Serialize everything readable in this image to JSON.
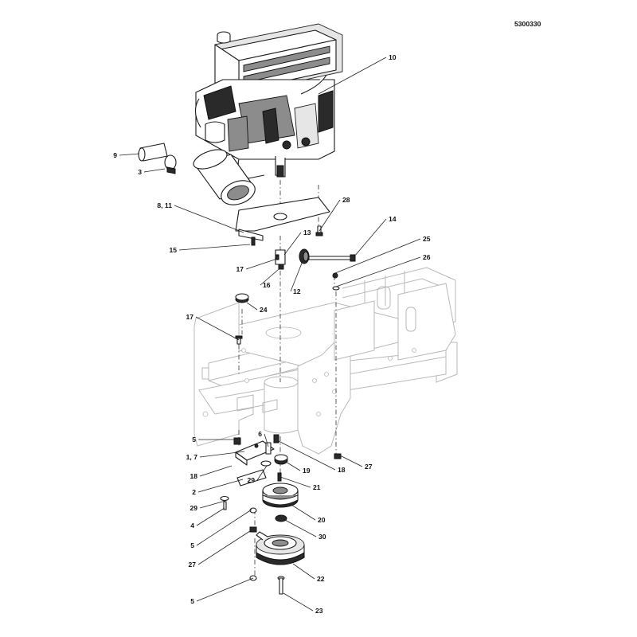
{
  "drawing_number": "5300330",
  "callouts": [
    {
      "id": "c10",
      "text": "10",
      "label": [
        488,
        75
      ],
      "target": [
        400,
        118
      ],
      "anchor": "start"
    },
    {
      "id": "c9",
      "text": "9",
      "label": [
        147,
        198
      ],
      "target": [
        175,
        193
      ],
      "anchor": "end"
    },
    {
      "id": "c3",
      "text": "3",
      "label": [
        178,
        219
      ],
      "target": [
        207,
        212
      ],
      "anchor": "end"
    },
    {
      "id": "c8_11",
      "text": "8, 11",
      "label": [
        216,
        261
      ],
      "target": [
        306,
        292
      ],
      "anchor": "end"
    },
    {
      "id": "c28",
      "text": "28",
      "label": [
        430,
        254
      ],
      "target": [
        401,
        290
      ],
      "anchor": "start"
    },
    {
      "id": "c14",
      "text": "14",
      "label": [
        488,
        278
      ],
      "target": [
        445,
        322
      ],
      "anchor": "start"
    },
    {
      "id": "c13",
      "text": "13",
      "label": [
        381,
        295
      ],
      "target": [
        357,
        320
      ],
      "anchor": "start"
    },
    {
      "id": "c15",
      "text": "15",
      "label": [
        222,
        317
      ],
      "target": [
        314,
        307
      ],
      "anchor": "end"
    },
    {
      "id": "c25",
      "text": "25",
      "label": [
        531,
        303
      ],
      "target": [
        421,
        343
      ],
      "anchor": "start"
    },
    {
      "id": "c26",
      "text": "26",
      "label": [
        531,
        326
      ],
      "target": [
        422,
        360
      ],
      "anchor": "start"
    },
    {
      "id": "c17a",
      "text": "17",
      "label": [
        306,
        341
      ],
      "target": [
        348,
        325
      ],
      "anchor": "end"
    },
    {
      "id": "c16",
      "text": "16",
      "label": [
        330,
        361
      ],
      "target": [
        356,
        333
      ],
      "anchor": "start"
    },
    {
      "id": "c12",
      "text": "12",
      "label": [
        368,
        369
      ],
      "target": [
        380,
        328
      ],
      "anchor": "start"
    },
    {
      "id": "c24",
      "text": "24",
      "label": [
        326,
        392
      ],
      "target": [
        310,
        380
      ],
      "anchor": "start"
    },
    {
      "id": "c17b",
      "text": "17",
      "label": [
        243,
        401
      ],
      "target": [
        300,
        427
      ],
      "anchor": "end"
    },
    {
      "id": "c5a",
      "text": "5",
      "label": [
        246,
        555
      ],
      "target": [
        296,
        552
      ],
      "anchor": "end"
    },
    {
      "id": "c6",
      "text": "6",
      "label": [
        329,
        548
      ],
      "target": [
        337,
        561
      ],
      "anchor": "end"
    },
    {
      "id": "c1_7",
      "text": "1, 7",
      "label": [
        248,
        577
      ],
      "target": [
        307,
        567
      ],
      "anchor": "end"
    },
    {
      "id": "c18a",
      "text": "18",
      "label": [
        248,
        601
      ],
      "target": [
        291,
        585
      ],
      "anchor": "end"
    },
    {
      "id": "c18b",
      "text": "18",
      "label": [
        424,
        593
      ],
      "target": [
        348,
        553
      ],
      "anchor": "start"
    },
    {
      "id": "c27a",
      "text": "27",
      "label": [
        458,
        589
      ],
      "target": [
        427,
        572
      ],
      "anchor": "start"
    },
    {
      "id": "c19",
      "text": "19",
      "label": [
        380,
        594
      ],
      "target": [
        359,
        580
      ],
      "anchor": "start"
    },
    {
      "id": "c29a",
      "text": "29",
      "label": [
        320,
        606
      ],
      "target": [
        335,
        585
      ],
      "anchor": "end"
    },
    {
      "id": "c2",
      "text": "2",
      "label": [
        246,
        621
      ],
      "target": [
        305,
        602
      ],
      "anchor": "end"
    },
    {
      "id": "c21",
      "text": "21",
      "label": [
        393,
        615
      ],
      "target": [
        352,
        599
      ],
      "anchor": "start"
    },
    {
      "id": "c29b",
      "text": "29",
      "label": [
        248,
        641
      ],
      "target": [
        283,
        629
      ],
      "anchor": "end"
    },
    {
      "id": "c20",
      "text": "20",
      "label": [
        399,
        656
      ],
      "target": [
        366,
        634
      ],
      "anchor": "start"
    },
    {
      "id": "c4",
      "text": "4",
      "label": [
        244,
        663
      ],
      "target": [
        282,
        638
      ],
      "anchor": "end"
    },
    {
      "id": "c30",
      "text": "30",
      "label": [
        400,
        677
      ],
      "target": [
        356,
        652
      ],
      "anchor": "start"
    },
    {
      "id": "c5b",
      "text": "5",
      "label": [
        244,
        688
      ],
      "target": [
        316,
        640
      ],
      "anchor": "end"
    },
    {
      "id": "c27b",
      "text": "27",
      "label": [
        246,
        712
      ],
      "target": [
        317,
        665
      ],
      "anchor": "end"
    },
    {
      "id": "c22",
      "text": "22",
      "label": [
        398,
        730
      ],
      "target": [
        368,
        708
      ],
      "anchor": "start"
    },
    {
      "id": "c5c",
      "text": "5",
      "label": [
        244,
        758
      ],
      "target": [
        318,
        726
      ],
      "anchor": "end"
    },
    {
      "id": "c23",
      "text": "23",
      "label": [
        396,
        770
      ],
      "target": [
        356,
        745
      ],
      "anchor": "start"
    }
  ]
}
